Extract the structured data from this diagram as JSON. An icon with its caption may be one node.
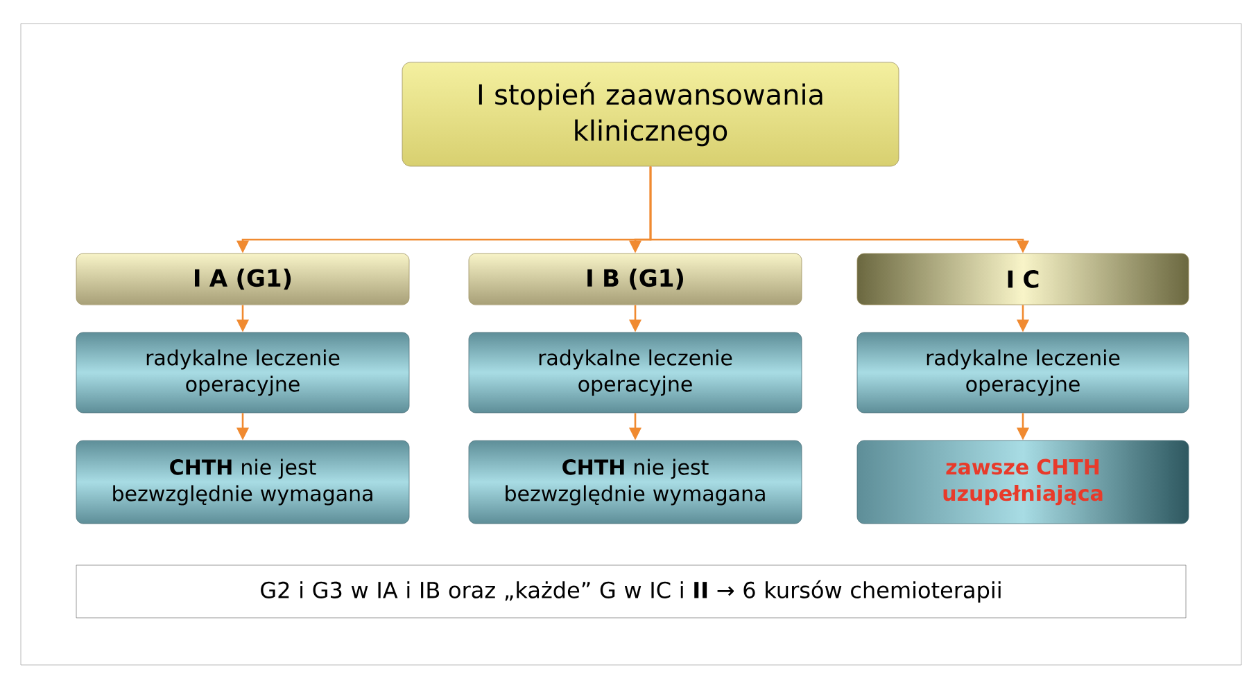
{
  "diagram": {
    "nodes": [
      {
        "text": [
          "I stopień zaawansowania klinicznego"
        ]
      },
      {
        "text": [
          "I A  (G1)"
        ]
      },
      {
        "text": [
          "I B  (G1)"
        ]
      },
      {
        "text": [
          "I C"
        ]
      },
      {
        "text": [
          "radykalne leczenie operacyjne"
        ]
      },
      {
        "text": [
          "radykalne leczenie operacyjne"
        ]
      },
      {
        "text": [
          "radykalne leczenie operacyjne"
        ]
      },
      {
        "text": [
          "**CHTH** nie jest bezwzględnie wymagana"
        ]
      },
      {
        "text": [
          "**CHTH** nie jest bezwzględnie wymagana"
        ]
      },
      {
        "text": [
          "zawsze CHTH uzupełniająca"
        ]
      },
      {
        "text": [
          "G2 i G3  w  IA i IB  oraz  „każde” G  w  IC i **II** → 6 kursów chemioterapii"
        ]
      }
    ],
    "edges": [
      {
        "from": 0,
        "to": 1,
        "arrow": "to"
      },
      {
        "from": 0,
        "to": 2,
        "arrow": "to"
      },
      {
        "from": 0,
        "to": 3,
        "arrow": "to"
      },
      {
        "from": 1,
        "to": 4,
        "arrow": "to"
      },
      {
        "from": 2,
        "to": 5,
        "arrow": "to"
      },
      {
        "from": 3,
        "to": 6,
        "arrow": "to"
      },
      {
        "from": 4,
        "to": 7,
        "arrow": "to"
      },
      {
        "from": 5,
        "to": 8,
        "arrow": "to"
      },
      {
        "from": 6,
        "to": 9,
        "arrow": "to"
      }
    ]
  }
}
